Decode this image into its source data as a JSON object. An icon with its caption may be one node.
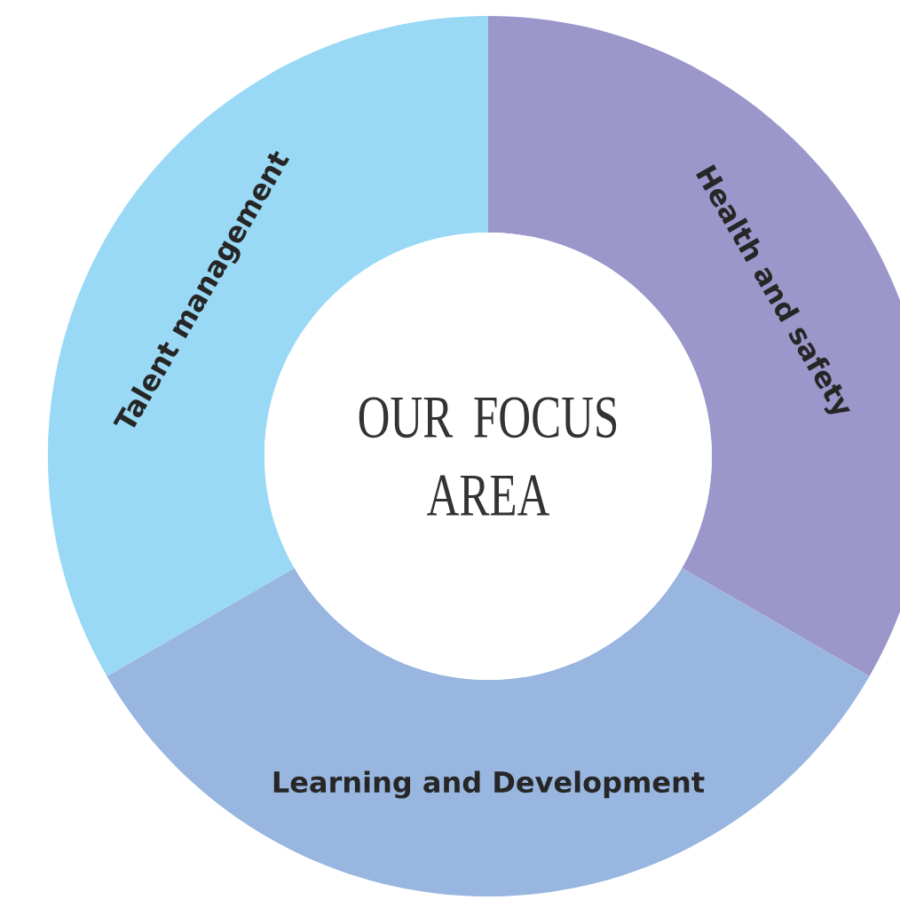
{
  "diagram": {
    "nodes": [
      {
        "text": [
          "OUR FOCUS AREA"
        ]
      },
      {
        "text": [
          "Talent management"
        ]
      },
      {
        "text": [
          "Health and safety"
        ]
      },
      {
        "text": [
          "Learning and Development"
        ]
      }
    ]
  }
}
